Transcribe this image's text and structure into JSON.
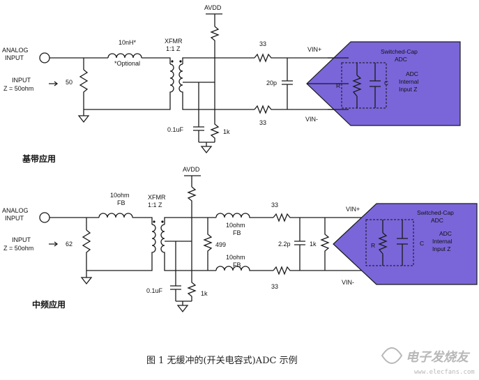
{
  "colors": {
    "adc_fill": "#7a66d9",
    "wire": "#1a1a1a"
  },
  "top": {
    "heading": "基带应用",
    "analog_input": [
      "ANALOG",
      "INPUT"
    ],
    "input_z": [
      "INPUT",
      "Z = 50ohm"
    ],
    "r_term": "50",
    "inductor": "10nH*",
    "optional": "*Optional",
    "xfmr": [
      "XFMR",
      "1:1 Z"
    ],
    "avdd": "AVDD",
    "r_series_top": "33",
    "r_series_bot": "33",
    "cap_diff": "20p",
    "cap_bypass": "0.1uF",
    "r_bias": "1k",
    "vin_plus": "VIN+",
    "vin_minus": "VIN-",
    "adc_title": [
      "Switched-Cap",
      "ADC"
    ],
    "adc_r": "R",
    "adc_c": "C",
    "adc_internal": [
      "ADC",
      "Internal",
      "Input Z"
    ]
  },
  "bottom": {
    "heading": "中频应用",
    "analog_input": [
      "ANALOG",
      "INPUT"
    ],
    "input_z": [
      "INPUT",
      "Z = 50ohm"
    ],
    "r_term": "62",
    "fb_in": [
      "10ohm",
      "FB"
    ],
    "xfmr": [
      "XFMR",
      "1:1 Z"
    ],
    "avdd": "AVDD",
    "r_mid": "499",
    "fb_top": [
      "10ohm",
      "FB"
    ],
    "fb_bot": [
      "10ohm",
      "FB"
    ],
    "r_series_top": "33",
    "r_series_bot": "33",
    "cap_diff": "2.2p",
    "r_diff": "1k",
    "cap_bypass": "0.1uF",
    "r_bias": "1k",
    "vin_plus": "VIN+",
    "vin_minus": "VIN-",
    "adc_title": [
      "Switched-Cap",
      "ADC"
    ],
    "adc_r": "R",
    "adc_c": "C",
    "adc_internal": [
      "ADC",
      "Internal",
      "Input Z"
    ]
  },
  "caption": "图 1 无缓冲的(开关电容式)ADC 示例",
  "watermark": {
    "brand": "电子发烧友",
    "url": "www.elecfans.com"
  }
}
